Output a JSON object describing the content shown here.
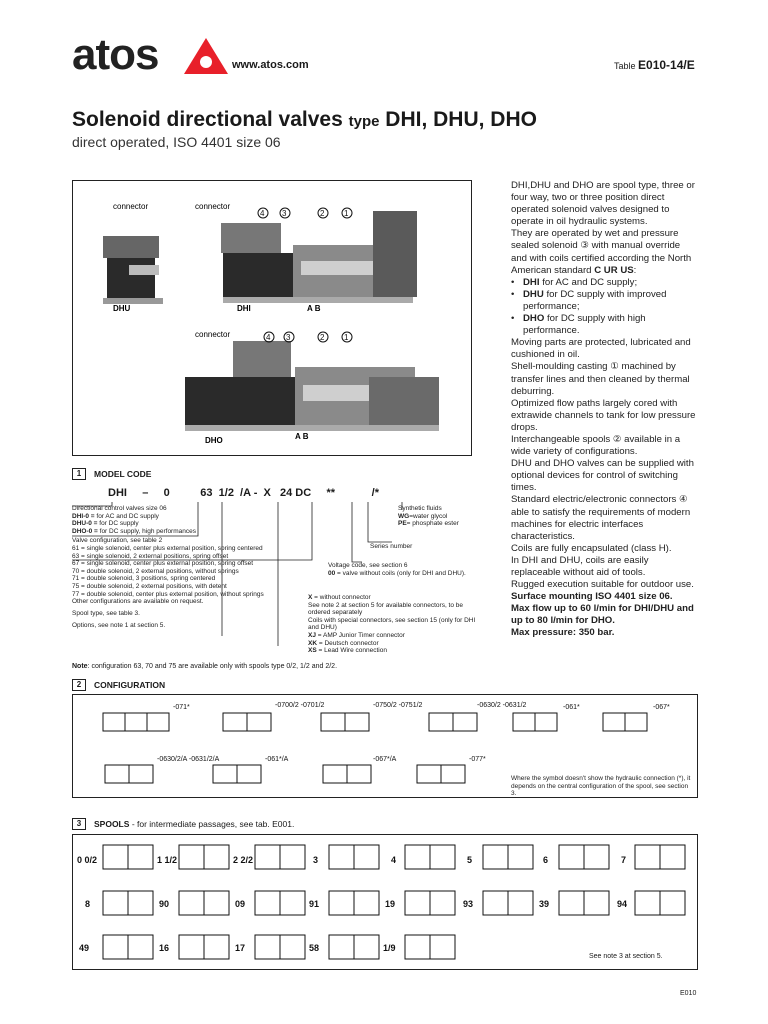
{
  "header": {
    "logo": "atos",
    "website": "www.atos.com",
    "table_prefix": "Table",
    "table_id": "E010-14/E"
  },
  "title": {
    "main": "Solenoid directional valves",
    "type_word": "type",
    "types": "DHI, DHU, DHO",
    "subtitle": "direct operated, ISO 4401 size 06"
  },
  "illustration": {
    "connector1": "connector",
    "connector2": "connector",
    "connector3": "connector",
    "label_dhu": "DHU",
    "label_dhi": "DHI",
    "label_dho": "DHO",
    "ab1": "A   B",
    "ab2": "A   B",
    "callouts": [
      "4",
      "3",
      "2",
      "1"
    ]
  },
  "description": {
    "p1": "DHI,DHU and DHO are spool type, three or four way, two or three position direct operated solenoid valves designed to operate in oil hydraulic systems.",
    "p2": "They are operated by wet and pressure sealed solenoid ③ with manual override and with coils certified according the North American standard",
    "p2_bold": "C UR US",
    "b1_bold": "DHI",
    "b1": "for AC and DC supply;",
    "b2_bold": "DHU",
    "b2": "for DC supply with improved performance;",
    "b3_bold": "DHO",
    "b3": "for DC supply with high performance.",
    "p3": "Moving parts are protected, lubricated and cushioned in oil.",
    "p4": "Shell-moulding casting ① machined by transfer lines and then cleaned by thermal deburring.",
    "p5": "Optimized flow paths largely cored with extrawide channels to tank for low pressure drops.",
    "p6": "Interchangeable spools ② available in a wide variety of configurations.",
    "p7": "DHU and DHO valves can be supplied with optional devices for control of switching times.",
    "p8": "Standard electric/electronic connectors ④ able to satisfy the requirements of modern machines for electric interfaces characteristics.",
    "p9": "Coils are fully encapsulated (class H).",
    "p10": "In DHI and DHU, coils are easily replaceable without aid of tools.",
    "p11": "Rugged execution suitable for outdoor use.",
    "bold1": "Surface mounting ISO 4401 size 06.",
    "bold2": "Max flow up to 60 l/min for DHI/DHU and up to 80 l/min for DHO.",
    "bold3": "Max pressure: 350 bar."
  },
  "model_code": {
    "num": "1",
    "title": "MODEL CODE",
    "code": "DHI     –     0          63  1/2  /A -  X   24 DC     **            /*",
    "l1": "Directional control valves size 06",
    "l2b": "DHI-0 =",
    "l2": "for AC and DC supply",
    "l3b": "DHU-0 =",
    "l3": "for DC supply",
    "l4b": "DHO-0 =",
    "l4": "for DC supply, high performances",
    "vc": "Valve configuration, see table 2",
    "c61": "61 = single solenoid, center plus external position, spring centered",
    "c63": "63 = single solenoid, 2 external positions, spring offset",
    "c67": "67 = single solenoid, center plus external position, spring offset",
    "c70": "70 = double solenoid, 2 external positions, without springs",
    "c71": "71 = double solenoid, 3 positions, spring centered",
    "c75": "75 = double solenoid, 2 external positions, with detent",
    "c77": "77 = double solenoid, center plus external position, without springs",
    "other": "Other configurations are available on request.",
    "spool": "Spool type, see table 3.",
    "options": "Options, see note 1 at section 5.",
    "sf": "Synthetic fluids",
    "wg": "WG",
    "wg_t": "=water glycol",
    "pe": "PE",
    "pe_t": "= phosphate ester",
    "series": "Series number",
    "voltage": "Voltage code, see section 6",
    "v00b": "00",
    "v00": "= valve without coils (only for DHI and DHU).",
    "xb": "X",
    "x": "= without connector",
    "xnote": "See note 2 at section 5 for available connectors, to be ordered separately",
    "special": "Coils with special connectors, see section 15 (only for DHI and DHU)",
    "xjb": "XJ",
    "xj": "= AMP Junior Timer connector",
    "xkb": "XK",
    "xk": "= Deutsch connector",
    "xsb": "XS",
    "xs": "= Lead Wire connection",
    "note_b": "Note",
    "note": ": configuration 63, 70 and 75 are available only with spools type 0/2, 1/2 and 2/2."
  },
  "configuration": {
    "num": "2",
    "title": "CONFIGURATION",
    "row1": [
      "-071*",
      "-0700/2 -0701/2",
      "-0750/2 -0751/2",
      "-0630/2 -0631/2",
      "-061*",
      "-067*"
    ],
    "row2": [
      "-0630/2/A -0631/2/A",
      "-061*/A",
      "-067*/A",
      "-077*"
    ],
    "note": "Where the symbol doesn't show the hydraulic connection (*), it depends on the central configuration of the spool, see section 3."
  },
  "spools": {
    "num": "3",
    "title": "SPOOLS",
    "subtitle": "- for intermediate passages, see tab. E001.",
    "row1": [
      "0 0/2",
      "1 1/2",
      "2 2/2",
      "3",
      "4",
      "5",
      "6",
      "7"
    ],
    "row2": [
      "8",
      "90",
      "09",
      "91",
      "19",
      "93",
      "39",
      "94"
    ],
    "row3": [
      "49",
      "16",
      "17",
      "58",
      "1/9"
    ],
    "note": "See note 3 at section 5."
  },
  "footer": {
    "code": "E010"
  }
}
